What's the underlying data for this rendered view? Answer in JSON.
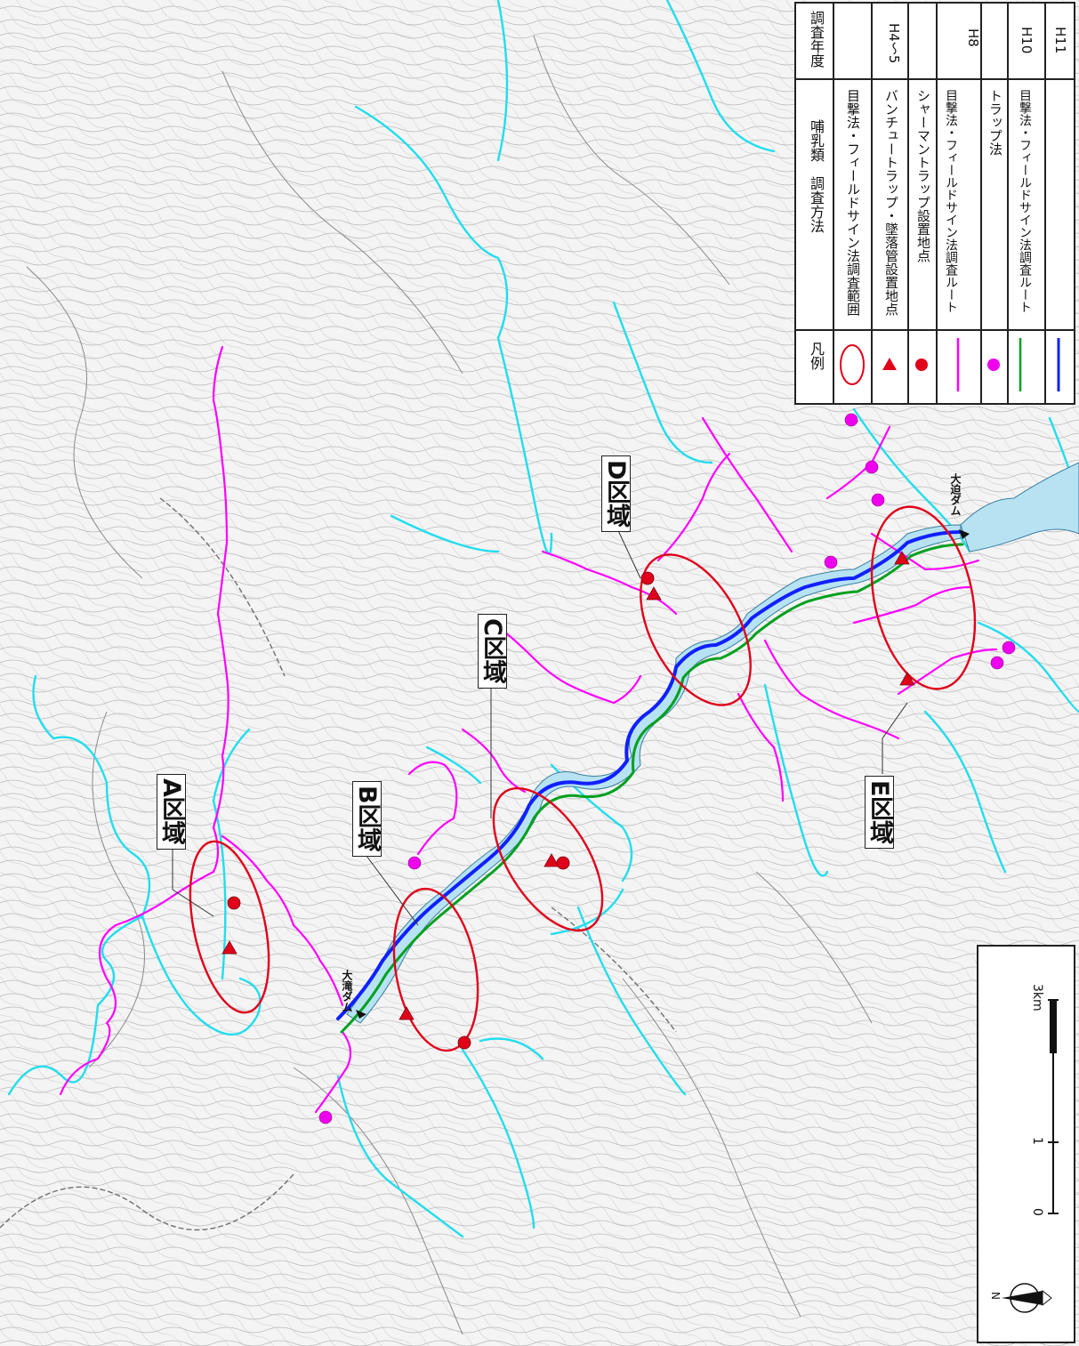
{
  "legend": {
    "header_symbol": "凡例",
    "header_method": "哺乳類　調査方法",
    "header_year": "調査年度",
    "rows": [
      {
        "label": "目撃法・フィールドサイン法調査範囲",
        "symbol": "red-ellipse"
      },
      {
        "label": "バンチュートラップ・墜落管設置地点",
        "symbol": "red-triangle"
      },
      {
        "label": "シャーマントラップ設置地点",
        "symbol": "red-dot"
      },
      {
        "label": "目撃法・フィールドサイン法調査ルート",
        "symbol": "magenta-line"
      },
      {
        "label": "トラップ法",
        "symbol": "magenta-dot"
      },
      {
        "label": "目撃法・フィールドサイン法調査ルート",
        "symbol": "green-blue-line"
      }
    ],
    "years": [
      "H4～5",
      "H8",
      "H10",
      "H11"
    ],
    "colors": {
      "red": "#e0001a",
      "magenta": "#ff00ff",
      "green": "#00a020",
      "blue": "#1020ff",
      "river": "#22ddee"
    }
  },
  "regions": {
    "a": "A区域",
    "b": "B区域",
    "c": "C区域",
    "d": "D区域",
    "e": "E区域"
  },
  "dams": {
    "otaki": "大滝ダム",
    "osako": "大迫ダム"
  },
  "scale": {
    "tick0": "0",
    "tick1": "1",
    "tick3": "3km",
    "north": "N"
  }
}
